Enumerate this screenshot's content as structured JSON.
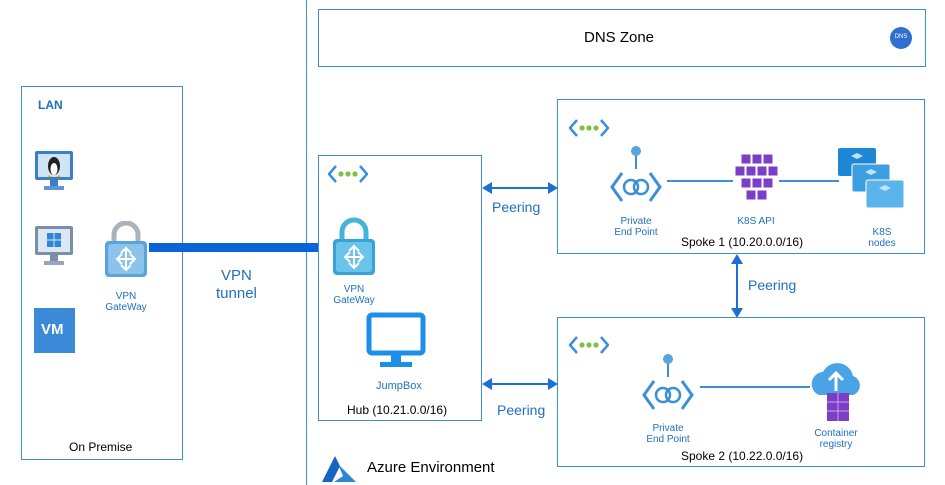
{
  "on_premise": {
    "lan_label": "LAN",
    "region_label": "On Premise",
    "vpn_gateway_label": [
      "VPN",
      "GateWay"
    ],
    "vm_label": "VM"
  },
  "vpn_tunnel_label": [
    "VPN",
    "tunnel"
  ],
  "azure": {
    "dns_zone_label": "DNS Zone",
    "dns_badge": "DNS",
    "environment_label": "Azure Environment",
    "hub": {
      "vpn_gateway_label": [
        "VPN",
        "GateWay"
      ],
      "jumpbox_label": "JumpBox",
      "title": "Hub (10.21.0.0/16)"
    },
    "spoke1": {
      "private_endpoint_label": [
        "Private",
        "End Point"
      ],
      "k8s_api_label": "K8S API",
      "k8s_nodes_label": [
        "K8S",
        "nodes"
      ],
      "title": "Spoke 1 (10.20.0.0/16)"
    },
    "spoke2": {
      "private_endpoint_label": [
        "Private",
        "End Point"
      ],
      "container_registry_label": [
        "Container",
        "registry"
      ],
      "title": "Spoke 2 (10.22.0.0/16)"
    },
    "peering_labels": [
      "Peering",
      "Peering",
      "Peering"
    ]
  },
  "colors": {
    "border": "#3a8fd6",
    "link_blue": "#1f6fc0",
    "tunnel": "#0a64d8",
    "vnet_green": "#7cc242",
    "k8s_purple": "#7a3fc4"
  }
}
